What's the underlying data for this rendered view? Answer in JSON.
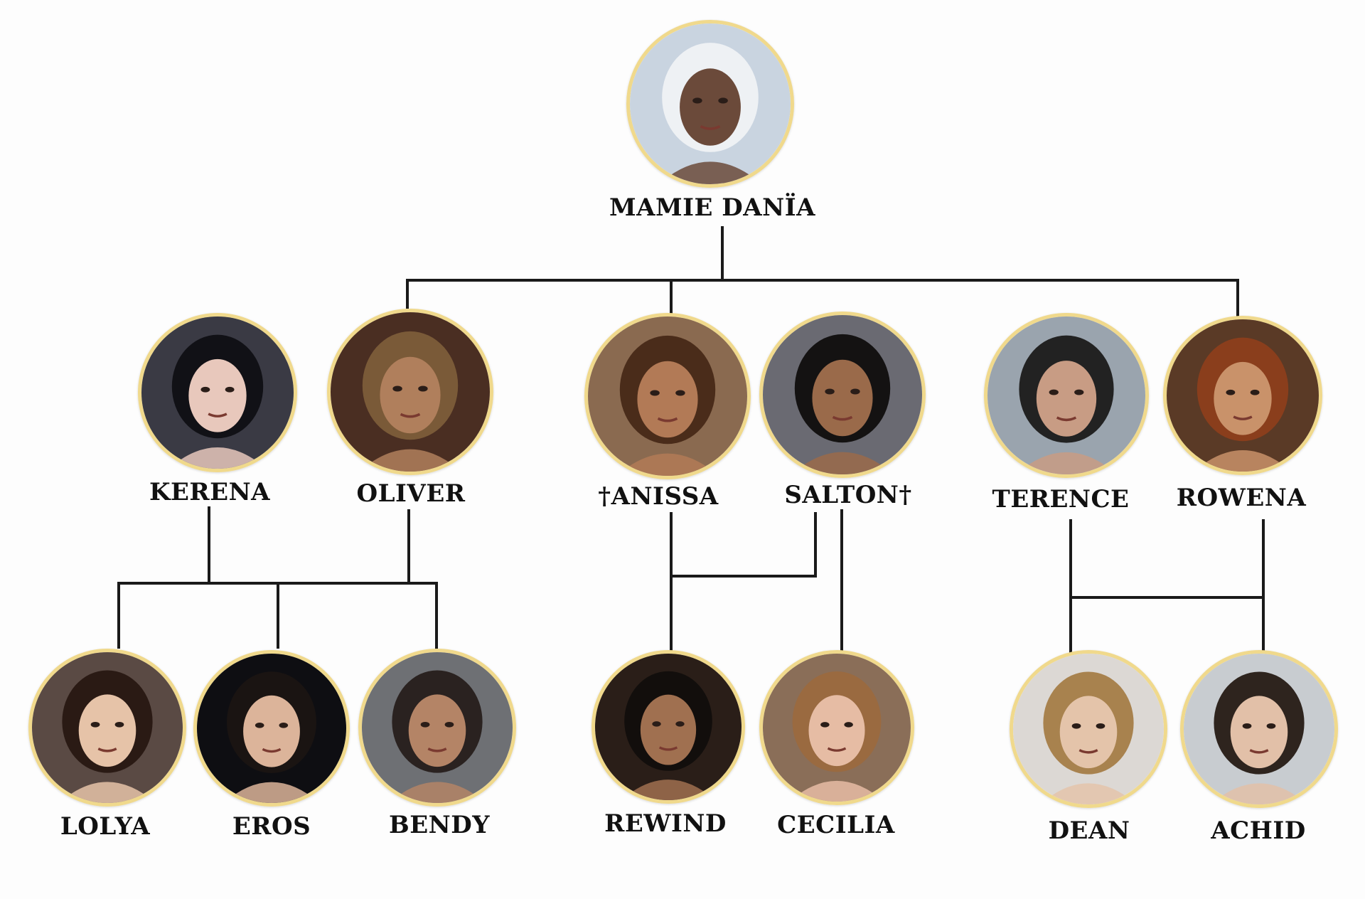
{
  "people": {
    "mamie": {
      "name": "MAMIE DANÏA",
      "tone": "#6b4a3a",
      "bg": "#c9d4e0",
      "hair": "#eef1f4"
    },
    "kerena": {
      "name": "KERENA",
      "tone": "#e8c8bc",
      "bg": "#3a3a44",
      "hair": "#111116"
    },
    "oliver": {
      "name": "OLIVER",
      "tone": "#b07f5c",
      "bg": "#4a2e22",
      "hair": "#7a5a38"
    },
    "anissa": {
      "name": "ANISSA",
      "mark_before": "†",
      "tone": "#b27a56",
      "bg": "#8a6a50",
      "hair": "#4a2c1a"
    },
    "salton": {
      "name": "SALTON",
      "mark_after": "†",
      "tone": "#9a6a4a",
      "bg": "#6a6a72",
      "hair": "#141212"
    },
    "terence": {
      "name": "TERENCE",
      "tone": "#c89c84",
      "bg": "#9aa4ae",
      "hair": "#222222"
    },
    "rowena": {
      "name": "ROWENA",
      "tone": "#c9926a",
      "bg": "#5a3a26",
      "hair": "#8a3e1c"
    },
    "lolya": {
      "name": "LOLYA",
      "tone": "#e6c3a8",
      "bg": "#5a4a44",
      "hair": "#2a1a14"
    },
    "eros": {
      "name": "EROS",
      "tone": "#dcb49a",
      "bg": "#0e0e12",
      "hair": "#1a1412"
    },
    "bendy": {
      "name": "BENDY",
      "tone": "#b48466",
      "bg": "#6e7074",
      "hair": "#2a2220"
    },
    "rewind": {
      "name": "REWIND",
      "tone": "#a07050",
      "bg": "#2a1e18",
      "hair": "#120e0c"
    },
    "cecilia": {
      "name": "CECILIA",
      "tone": "#e6bca4",
      "bg": "#8a6e58",
      "hair": "#9a6a40"
    },
    "dean": {
      "name": "DEAN",
      "tone": "#e4c4aa",
      "bg": "#dcd8d4",
      "hair": "#a8824e"
    },
    "achid": {
      "name": "ACHID",
      "tone": "#e2c0a8",
      "bg": "#c8ccd0",
      "hair": "#2e241e"
    }
  }
}
